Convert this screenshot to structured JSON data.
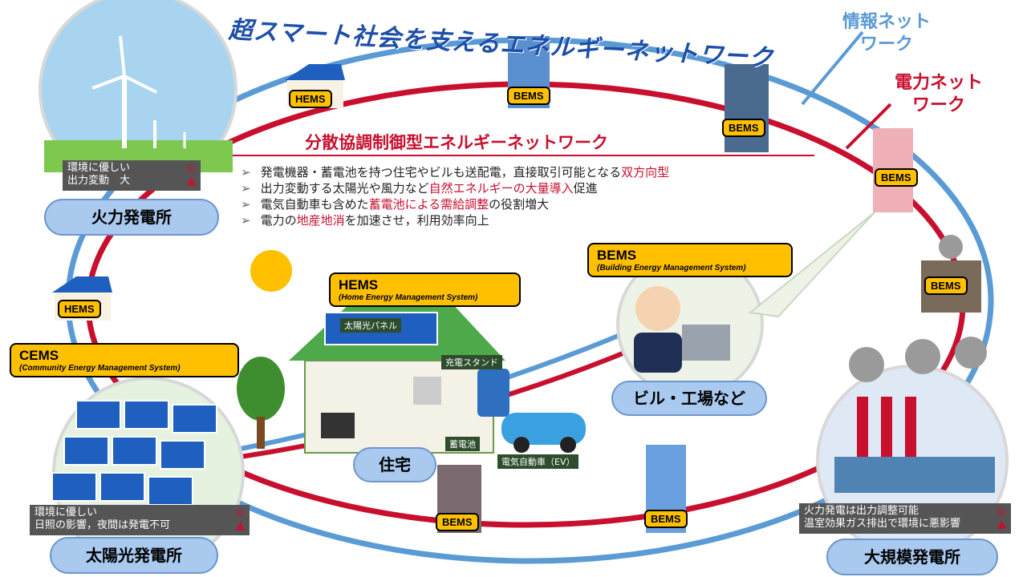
{
  "title": "超スマート社会を支えるエネルギーネットワーク",
  "networks": {
    "info_label": [
      "情報ネット",
      "ワーク"
    ],
    "power_label": [
      "電力ネット",
      "ワーク"
    ]
  },
  "subtitle": "分散協調制御型エネルギーネットワーク",
  "bullets": [
    {
      "pre": "発電機器・蓄電池を持つ住宅やビルも送配電，直接取引可能となる",
      "hl": "双方向型",
      "post": ""
    },
    {
      "pre": "出力変動する太陽光や風力など",
      "hl": "自然エネルギーの大量導入",
      "post": "促進"
    },
    {
      "pre": "電気自動車も含めた",
      "hl": "蓄電池による需給調整",
      "post": "の役割増大"
    },
    {
      "pre": "電力の",
      "hl": "地産地消",
      "post": "を加速させ，利用効率向上"
    }
  ],
  "tags": {
    "hems": "HEMS",
    "bems": "BEMS"
  },
  "boxes": {
    "hems": {
      "title": "HEMS",
      "sub": "(Home Energy Management System)"
    },
    "bems": {
      "title": "BEMS",
      "sub": "(Building Energy Management System)"
    },
    "cems": {
      "title": "CEMS",
      "sub": "(Community Energy Management System)"
    }
  },
  "pills": {
    "thermal": "火力発電所",
    "solar": "太陽光発電所",
    "house": "住宅",
    "building": "ビル・工場など",
    "large": "大規模発電所"
  },
  "notes": {
    "wind": [
      "環境に優しい",
      "出力変動　大"
    ],
    "solar": [
      "環境に優しい",
      "日照の影響，夜間は発電不可"
    ],
    "large": [
      "火力発電は出力調整可能",
      "温室効果ガス排出で環境に悪影響"
    ]
  },
  "marks": {
    "good": "◎",
    "bad": "▲"
  },
  "house_labels": {
    "panel": "太陽光パネル",
    "stand": "充電スタンド",
    "battery": "蓄電池",
    "ev": "電気自動車（EV）"
  },
  "colors": {
    "info": "#5b9bd5",
    "power": "#c8102e",
    "tag": "#ffc000"
  }
}
